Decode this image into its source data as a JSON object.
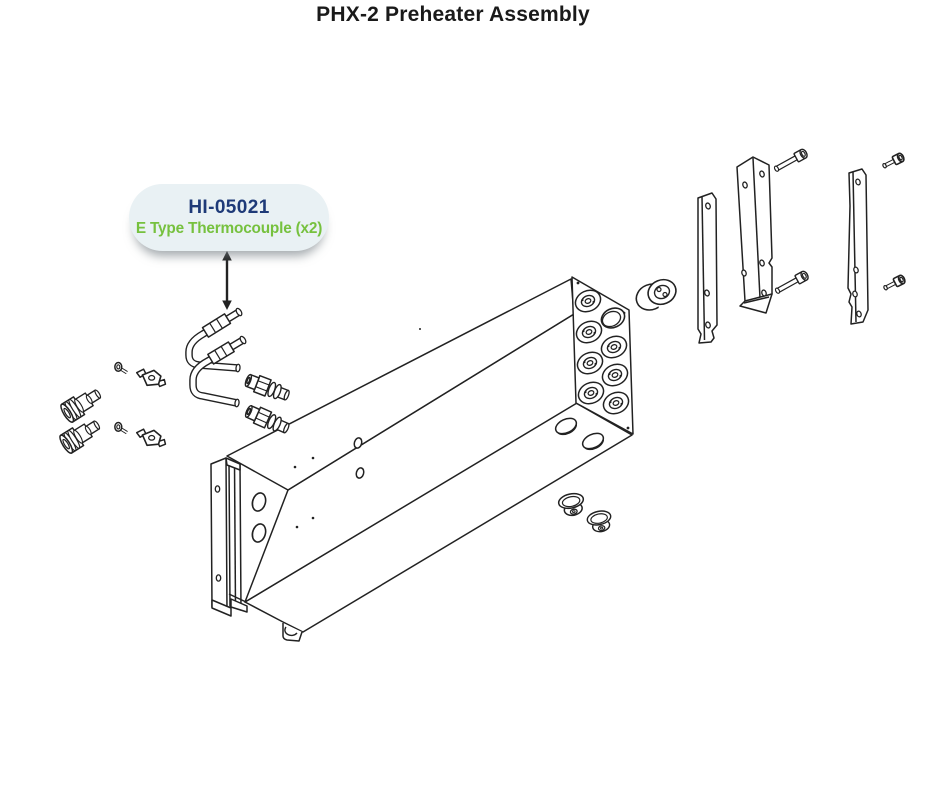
{
  "title": "PHX-2 Preheater Assembly",
  "callout": {
    "part_number": "HI-05021",
    "part_name": "E Type Thermocouple (x2)"
  },
  "colors": {
    "title_color": "#1a1a1a",
    "callout_bg": "#e9f1f4",
    "part_number_color": "#1e3a78",
    "part_name_color": "#76c13e",
    "line_color": "#222222"
  }
}
